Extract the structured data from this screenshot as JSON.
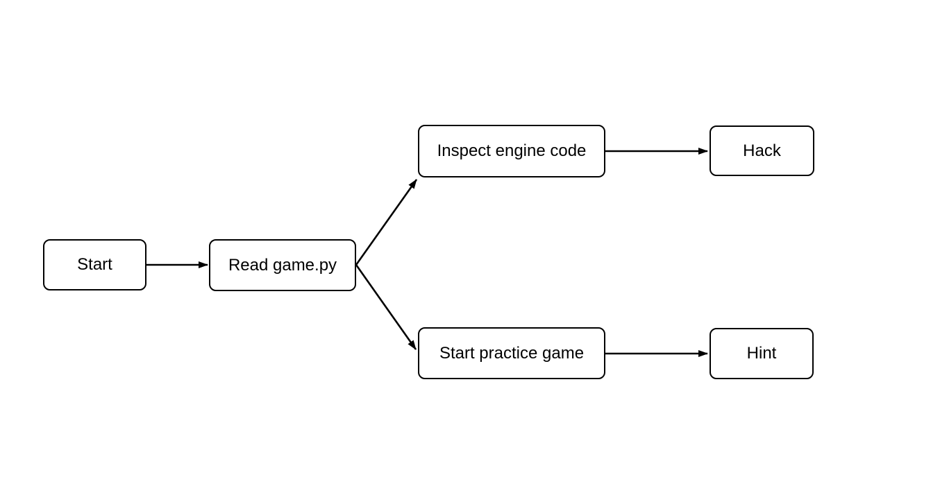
{
  "diagram": {
    "type": "flowchart",
    "direction": "left-to-right",
    "background_color": "#ffffff",
    "node_fill_color": "#ffffff",
    "node_border_color": "#000000",
    "edge_color": "#000000",
    "text_color": "#000000",
    "nodes": [
      {
        "id": "start",
        "label": "Start"
      },
      {
        "id": "read-game-py",
        "label": "Read game.py"
      },
      {
        "id": "inspect-engine-code",
        "label": "Inspect engine code"
      },
      {
        "id": "hack",
        "label": "Hack"
      },
      {
        "id": "start-practice-game",
        "label": "Start practice game"
      },
      {
        "id": "hint",
        "label": "Hint"
      }
    ],
    "edges": [
      {
        "from": "start",
        "to": "read-game-py"
      },
      {
        "from": "read-game-py",
        "to": "inspect-engine-code"
      },
      {
        "from": "read-game-py",
        "to": "start-practice-game"
      },
      {
        "from": "inspect-engine-code",
        "to": "hack"
      },
      {
        "from": "start-practice-game",
        "to": "hint"
      }
    ]
  }
}
